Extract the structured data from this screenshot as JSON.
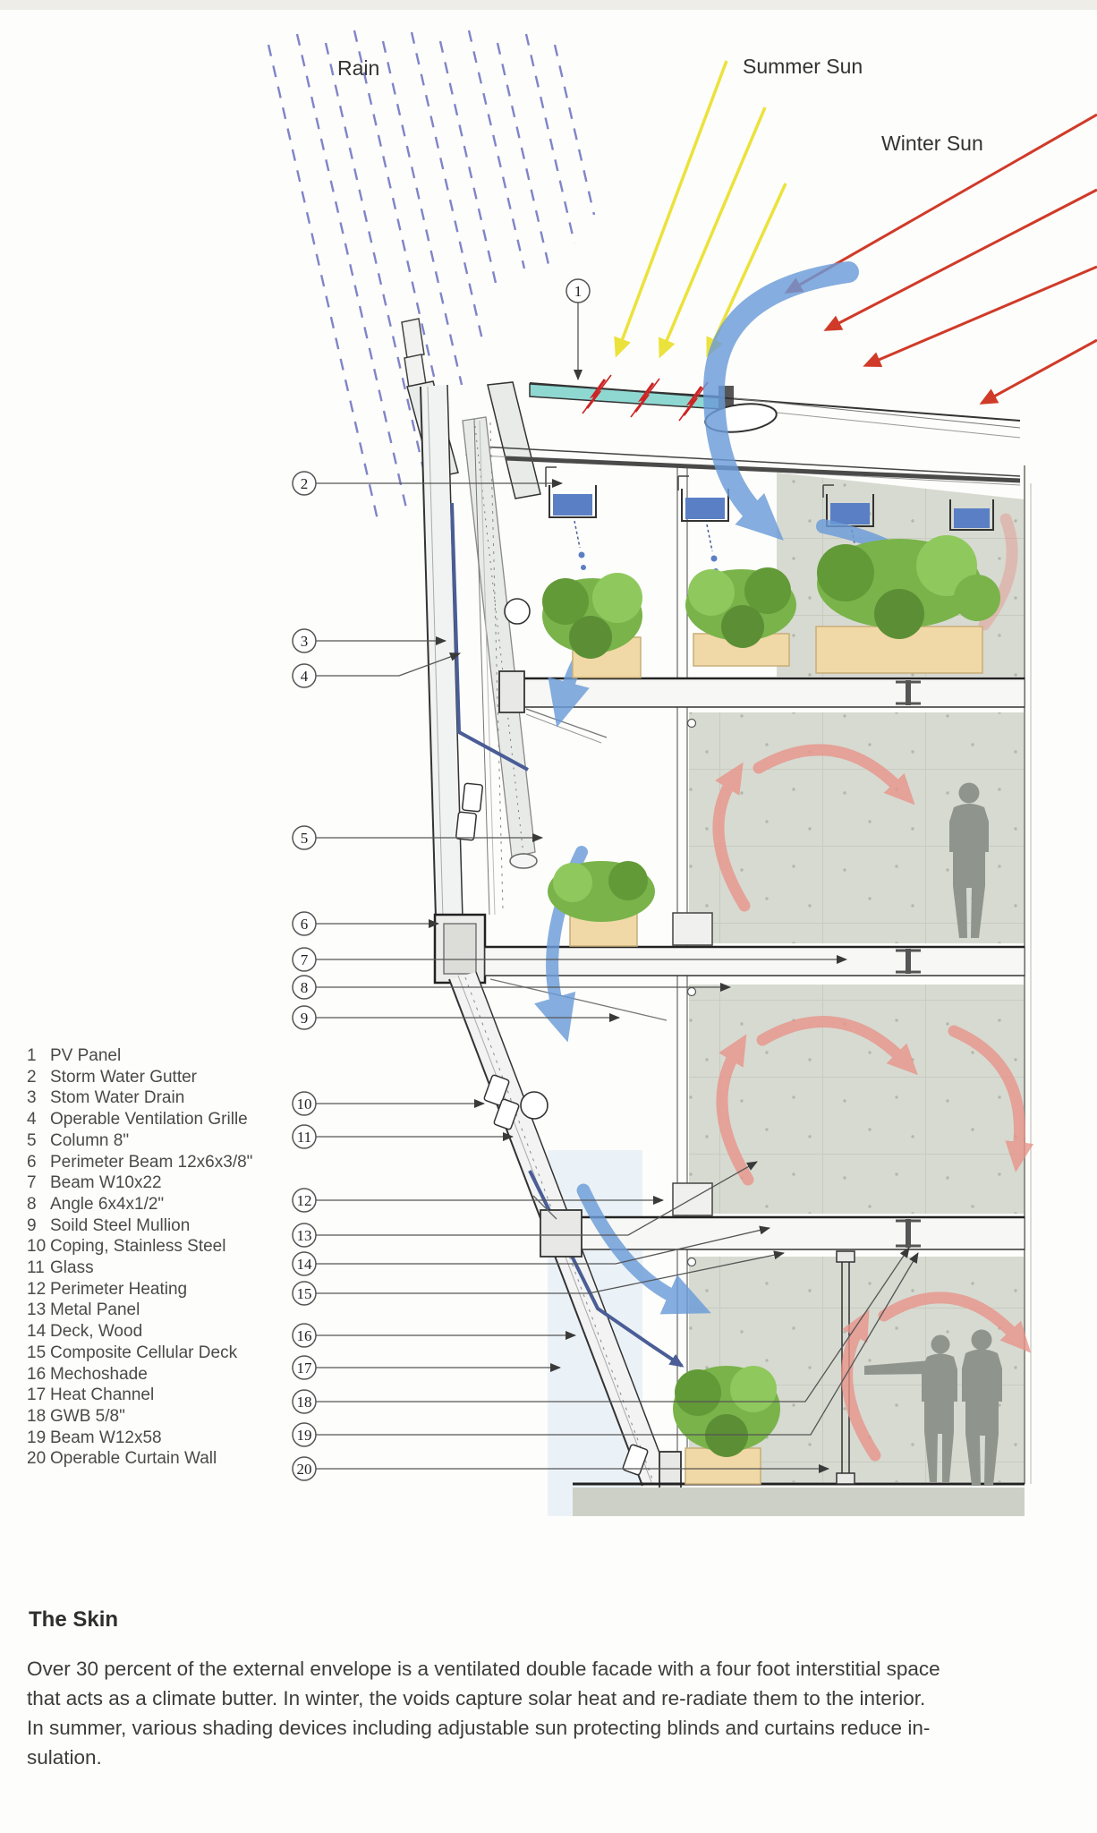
{
  "diagram": {
    "labels": {
      "rain": "Rain",
      "summer_sun": "Summer Sun",
      "winter_sun": "Winter Sun"
    },
    "callouts": [
      "1",
      "2",
      "3",
      "4",
      "5",
      "6",
      "7",
      "8",
      "9",
      "10",
      "11",
      "12",
      "13",
      "14",
      "15",
      "16",
      "17",
      "18",
      "19",
      "20"
    ],
    "legend_items": [
      {
        "num": "1",
        "label": "PV Panel"
      },
      {
        "num": "2",
        "label": "Storm Water Gutter"
      },
      {
        "num": "3",
        "label": "Stom Water Drain"
      },
      {
        "num": "4",
        "label": "Operable Ventilation Grille"
      },
      {
        "num": "5",
        "label": "Column 8\""
      },
      {
        "num": "6",
        "label": "Perimeter Beam 12x6x3/8\""
      },
      {
        "num": "7",
        "label": "Beam W10x22"
      },
      {
        "num": "8",
        "label": "Angle 6x4x1/2\""
      },
      {
        "num": "9",
        "label": "Soild Steel Mullion"
      },
      {
        "num": "10",
        "label": "Coping, Stainless Steel"
      },
      {
        "num": "11",
        "label": "Glass"
      },
      {
        "num": "12",
        "label": "Perimeter Heating"
      },
      {
        "num": "13",
        "label": "Metal Panel"
      },
      {
        "num": "14",
        "label": "Deck, Wood"
      },
      {
        "num": "15",
        "label": "Composite Cellular Deck"
      },
      {
        "num": "16",
        "label": "Mechoshade"
      },
      {
        "num": "17",
        "label": "Heat Channel"
      },
      {
        "num": "18",
        "label": "GWB 5/8\""
      },
      {
        "num": "19",
        "label": "Beam W12x58"
      },
      {
        "num": "20",
        "label": "Operable Curtain Wall"
      }
    ]
  },
  "text_block": {
    "heading": "The Skin",
    "lines": [
      "Over 30 percent of the external envelope is a ventilated double facade with a four foot interstitial space",
      "that acts as a climate butter.  In winter, the voids capture solar heat and re-radiate them to the interior.",
      "In summer, various shading devices including adjustable sun protecting blinds and curtains reduce in-",
      "sulation."
    ]
  },
  "colors": {
    "rain": "#8084c8",
    "summer_sun": "#ece23c",
    "winter_sun": "#d03a28",
    "pv_panel": "#8fd8d2",
    "water": "#5b7fc4",
    "drain_blue": "#4a5d96",
    "airflow_cool": "#6b9bd8",
    "airflow_warm": "#e8948a",
    "plant_green": "#79b34a",
    "planter_tan": "#f0d9a6",
    "concrete": "#d7dad1",
    "silhouette": "#8f948c"
  }
}
